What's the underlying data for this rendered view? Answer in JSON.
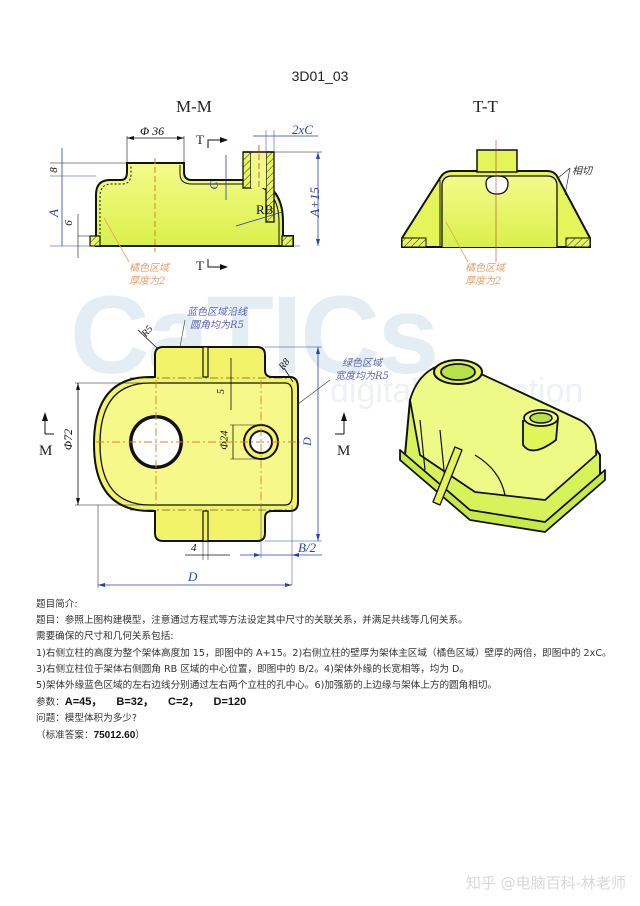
{
  "document": {
    "title": "3D01_03"
  },
  "watermark": {
    "brand": "CaTICs",
    "subtitle": "digital innovation",
    "footer": "知乎 @电脑百科-林老师"
  },
  "drawing": {
    "views": {
      "section_mm": {
        "label": "M-M"
      },
      "section_tt": {
        "label": "T-T"
      },
      "plan": {
        "section_marker": "M"
      },
      "iso": {
        "label": ""
      }
    },
    "dimensions": {
      "phi36": "Φ 36",
      "two_x_c": "2xC",
      "eight": "8",
      "a": "A",
      "six": "6",
      "c": "C",
      "rb": "RB",
      "a_plus_15": "A+15",
      "r5": "R5",
      "r8": "R8",
      "five": "5",
      "phi72": "Φ72",
      "phi24": "Φ24",
      "d_vertical": "D",
      "d_horizontal": "D",
      "four": "4",
      "b_half": "B/2"
    },
    "section_markers": {
      "t_top": "T",
      "t_bottom": "T",
      "m_left": "M",
      "m_right": "M"
    },
    "annotations": {
      "orange_region_line1": "橘色区域",
      "orange_region_line2": "厚度为2",
      "tangent": "相切",
      "blue_region_line1": "蓝色区域沿线",
      "blue_region_line2": "圆角均为R5",
      "green_region_line1": "绿色区域",
      "green_region_line2": "宽度均为R5"
    }
  },
  "problem": {
    "heading": "题目简介:",
    "statement": "题目：参照上图构建模型，注意通过方程式等方法设定其中尺寸的关联关系，并满足共线等几何关系。",
    "requirements_heading": "需要确保的尺寸和几何关系包括:",
    "lines": [
      "1)右侧立柱的高度为整个架体高度加 15，即图中的 A+15。2)右侧立柱的壁厚为架体主区域（橘色区域）壁厚的两倍，即图中的 2xC。",
      "3)右侧立柱位于架体右侧圆角 RB 区域的中心位置，即图中的 B/2。4)架体外缘的长宽相等，均为 D。",
      "5)架体外缘蓝色区域的左右边线分别通过左右两个立柱的孔中心。6)加强筋的上边缘与架体上方的圆角相切。"
    ],
    "params_label": "参数：",
    "params": [
      "A=45，",
      "B=32，",
      "C=2，",
      "D=120"
    ],
    "question": "问题：模型体积为多少?",
    "answer_prefix": "（标准答案：",
    "answer_value": "75012.60",
    "answer_suffix": "）"
  },
  "colors": {
    "part_fill": "#e4f55a",
    "part_fill_light": "#f6fb9a",
    "plan_fill": "#f3f36a",
    "iso_fill": "#d8f25a",
    "outline": "#111111",
    "dimension_blue": "#2a3fb0",
    "centerline_orange": "#d9822b",
    "annotation_orange": "#e6a06a",
    "annotation_blue": "#5a63b8"
  }
}
